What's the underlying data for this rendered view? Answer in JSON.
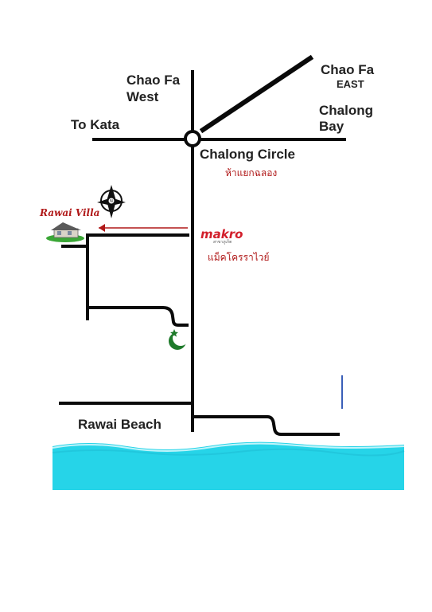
{
  "labels": {
    "chao_fa_west": "Chao Fa\nWest",
    "chao_fa_east_1": "Chao Fa",
    "chao_fa_east_2": "EAST",
    "chalong_bay": "Chalong\nBay",
    "to_kata": "To Kata",
    "chalong_circle": "Chalong Circle",
    "chalong_circle_thai": "ห้าแยกฉลอง",
    "rawai_villa": "Rawai Villa",
    "makro": "makro",
    "makro_sub": "สาขาภูเก็ต",
    "makro_thai": "แม็คโครราไวย์",
    "rawai_beach": "Rawai Beach"
  },
  "icons": {
    "compass": "compass-icon",
    "house": "house-icon",
    "mosque": "crescent-star-icon"
  },
  "colors": {
    "road": "#0a0a0a",
    "sea": "#26d4e8",
    "sea_wave": "#1fc2d8",
    "annotation_red": "#b01818",
    "makro_red": "#d21f2b",
    "mosque_green": "#1e7a2a",
    "lawn_green": "#3aa636"
  }
}
